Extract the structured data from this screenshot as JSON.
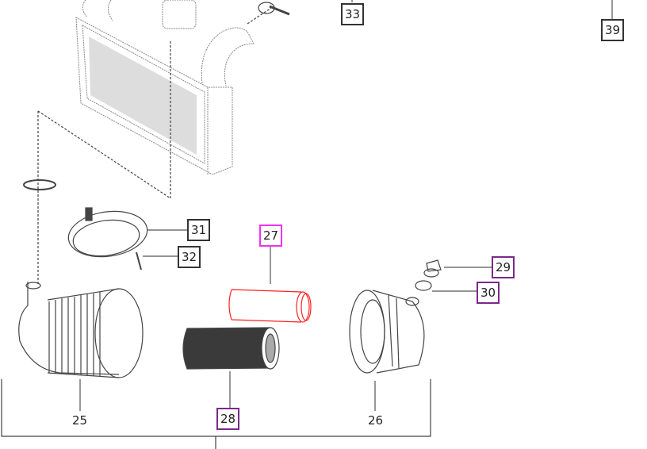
{
  "diagram": {
    "callouts": {
      "c33": "33",
      "c39": "39",
      "c31": "31",
      "c32": "32",
      "c27": "27",
      "c29": "29",
      "c30": "30",
      "c28": "28",
      "c25": "25",
      "c26": "26"
    },
    "colors": {
      "selected": "#ee33ee",
      "highlight": "#7a2a8a",
      "selected_part": "#ff2020",
      "line": "#333333"
    }
  }
}
